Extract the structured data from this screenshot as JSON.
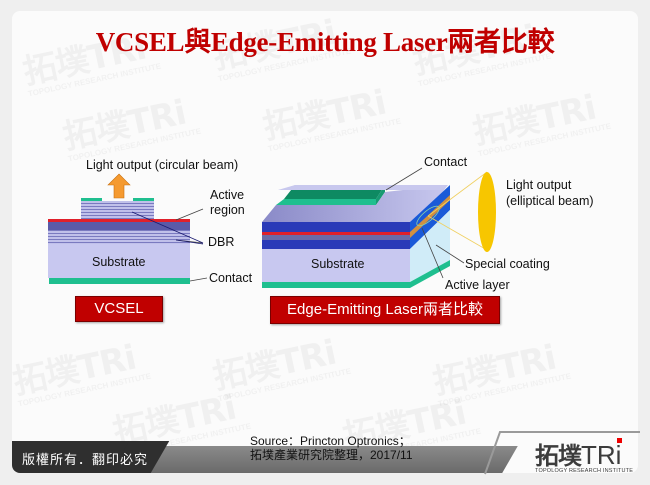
{
  "slide": {
    "title": "VCSEL與Edge-Emitting Laser兩者比較",
    "title_color": "#c00000"
  },
  "watermark": {
    "brand_cn": "拓墣",
    "brand_en": "TRi",
    "tagline": "TOPOLOGY RESEARCH INSTITUTE"
  },
  "vcsel_diagram": {
    "light_output_label": "Light output (circular beam)",
    "active_region_label_1": "Active",
    "active_region_label_2": "region",
    "dbr_label": "DBR",
    "substrate_label": "Substrate",
    "contact_label": "Contact",
    "caption": "VCSEL"
  },
  "eel_diagram": {
    "contact_label": "Contact",
    "light_output_label_1": "Light output",
    "light_output_label_2": "(elliptical beam)",
    "substrate_label": "Substrate",
    "special_coating_label": "Special coating",
    "active_layer_label": "Active layer",
    "caption": "Edge-Emitting Laser兩者比較"
  },
  "colors": {
    "caption_red": "#c00000",
    "contact_green": "#1fbf8f",
    "substrate_lavender": "#c8c8f0",
    "active_red": "#e0202a",
    "dbr_blue": "#5a5aa8",
    "beam_yellow": "#f7c600",
    "arrow_orange": "#f59a30"
  },
  "footer": {
    "copyright": "版權所有．翻印必究",
    "source_line1": "Source：Princton Optronics；",
    "source_line2": "拓墣產業研究院整理，2017/11",
    "logo_cn": "拓墣",
    "logo_en": "TR",
    "logo_i": "i",
    "logo_tagline": "TOPOLOGY RESEARCH INSTITUTE"
  }
}
